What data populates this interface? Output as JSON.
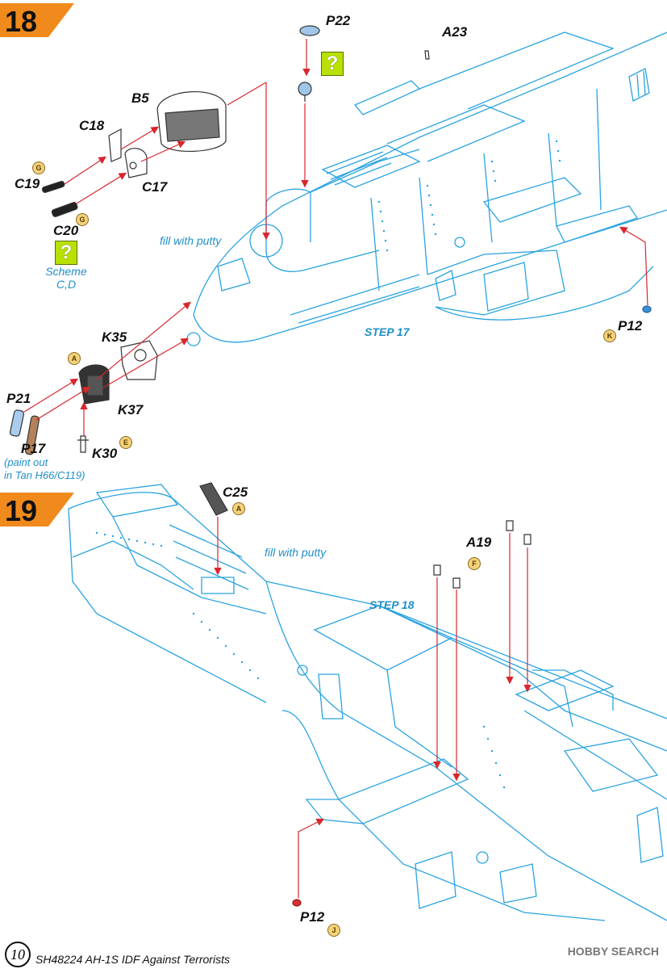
{
  "step18": {
    "number": "18",
    "parts": {
      "p22": "P22",
      "a23": "A23",
      "b5": "B5",
      "c18": "C18",
      "c19": "C19",
      "c17": "C17",
      "c20": "C20",
      "k35": "K35",
      "p21": "P21",
      "k37": "K37",
      "p17": "P17",
      "k30": "K30",
      "p12": "P12"
    },
    "sprues": {
      "c19": "G",
      "c20": "G",
      "k35": "A",
      "k30": "E",
      "p12": "K"
    },
    "question_mark": "?",
    "scheme_line1": "Scheme",
    "scheme_line2": "C,D",
    "putty_note": "fill with putty",
    "step_ref": "STEP 17",
    "paint_line1": "(paint out",
    "paint_line2": "in Tan H66/C119)"
  },
  "step19": {
    "number": "19",
    "parts": {
      "c25": "C25",
      "a19": "A19",
      "p12": "P12"
    },
    "sprues": {
      "c25": "A",
      "a19": "F",
      "p12": "J"
    },
    "putty_note": "fill with putty",
    "step_ref": "STEP 18"
  },
  "footer": {
    "page_number": "10",
    "text": "SH48224 AH-1S IDF Against Terrorists",
    "watermark": "HOBBY SEARCH"
  },
  "colors": {
    "badge": "#f08a1c",
    "line_art": "#29a3e0",
    "arrow": "#d8262c",
    "note": "#1f8fc8"
  }
}
